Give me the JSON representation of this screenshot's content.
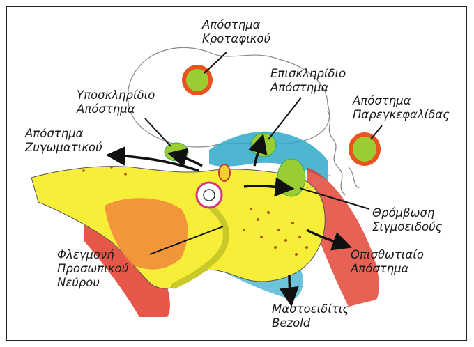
{
  "labels": {
    "temporal_abscess": [
      "Απόστημα",
      "Κροταφικού"
    ],
    "subdural_abscess": [
      "Υποσκληρίδιο",
      "Απόστημα"
    ],
    "epidural_abscess": [
      "Επισκληρίδιο",
      "Απόστημα"
    ],
    "cerebellar_abscess": [
      "Απόστημα",
      "Παρεγκεφαλίδας"
    ],
    "zygomatic_abscess": [
      "Απόστημα",
      "Ζυγωματικού"
    ],
    "sigmoid_thrombosis": [
      "Θρόμβωση",
      "Σιγμοειδούς"
    ],
    "facial_nerve": [
      "Φλεγμονή",
      "Προσωπικού",
      "Νεύρου"
    ],
    "postauricular_abscess": [
      "Οπισθωτιαίο",
      "Απόστημα"
    ],
    "bezold": [
      "Μαστοειδίτις",
      "Bezold"
    ]
  },
  "colors": {
    "abscess_fill": "#9acd32",
    "abscess_ring": "#e8531f",
    "bone_yellow": "#f7ee3a",
    "muscle_red": "#e23a2a",
    "flesh_orange": "#f08c3c",
    "dura_blue": "#2fa9c9",
    "outline": "#111111"
  }
}
